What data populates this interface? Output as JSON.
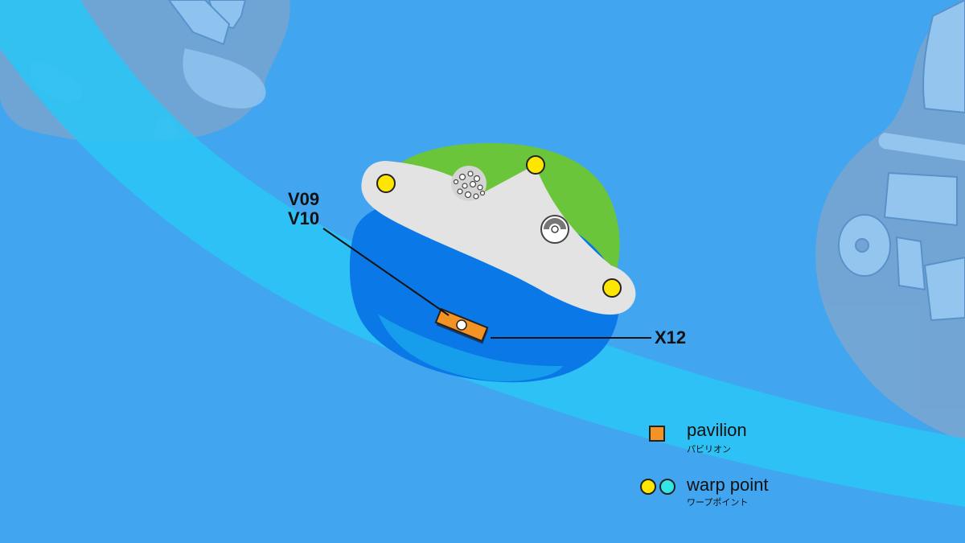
{
  "labels": {
    "v09": "V09",
    "v10": "V10",
    "x12": "X12"
  },
  "legend": {
    "pavilion": {
      "title": "pavilion",
      "subtitle": "パビリオン",
      "icon": "orange-square-icon",
      "color": "#f39326"
    },
    "warp_point": {
      "title": "warp point",
      "subtitle": "ワープポイント",
      "icon": "warp-circles-icon",
      "colors": [
        "#ffe600",
        "#33e6e6"
      ]
    }
  },
  "colors": {
    "sea": "#42a5ef",
    "river": "#29c6f6",
    "island_green": "#6bc53a",
    "lagoon": "#0a78e6",
    "plaza": "#e3e3e3",
    "land_shadow": "#6f9fd0",
    "building": "#9fcaf2"
  }
}
